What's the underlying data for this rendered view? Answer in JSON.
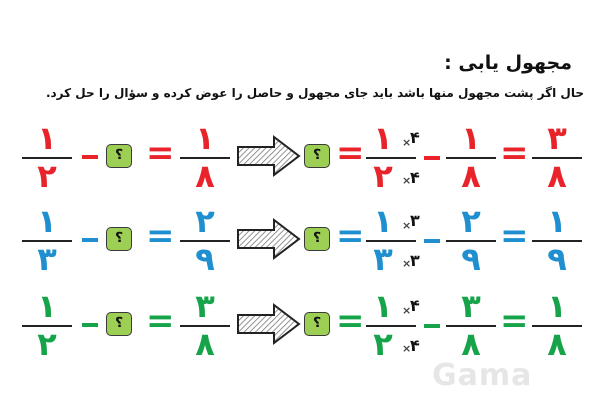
{
  "title": ": مجهول یابی",
  "instruction": ".حال اگر پشت مجهول منها باشد باید جای مجهول و حاصل را عوض کرده و سؤال را حل کرد",
  "unknown_symbol": "؟",
  "times_symbol": "×",
  "equals": "=",
  "watermark": "Gama",
  "colors": {
    "row1": "#e8232a",
    "row2": "#1f8fd0",
    "row3": "#16a34a",
    "box": "#9ccf53"
  },
  "rows": [
    {
      "frac_a": {
        "num": "۱",
        "den": "۲"
      },
      "frac_b": {
        "num": "۱",
        "den": "۸"
      },
      "expanded": {
        "num": "۱",
        "den": "۲",
        "factor": "۴"
      },
      "frac_c": {
        "num": "۱",
        "den": "۸"
      },
      "frac_d": {
        "num": "۳",
        "den": "۸"
      }
    },
    {
      "frac_a": {
        "num": "۱",
        "den": "۳"
      },
      "frac_b": {
        "num": "۲",
        "den": "۹"
      },
      "expanded": {
        "num": "۱",
        "den": "۳",
        "factor": "۳"
      },
      "frac_c": {
        "num": "۲",
        "den": "۹"
      },
      "frac_d": {
        "num": "۱",
        "den": "۹"
      }
    },
    {
      "frac_a": {
        "num": "۱",
        "den": "۲"
      },
      "frac_b": {
        "num": "۳",
        "den": "۸"
      },
      "expanded": {
        "num": "۱",
        "den": "۲",
        "factor": "۴"
      },
      "frac_c": {
        "num": "۳",
        "den": "۸"
      },
      "frac_d": {
        "num": "۱",
        "den": "۸"
      }
    }
  ]
}
